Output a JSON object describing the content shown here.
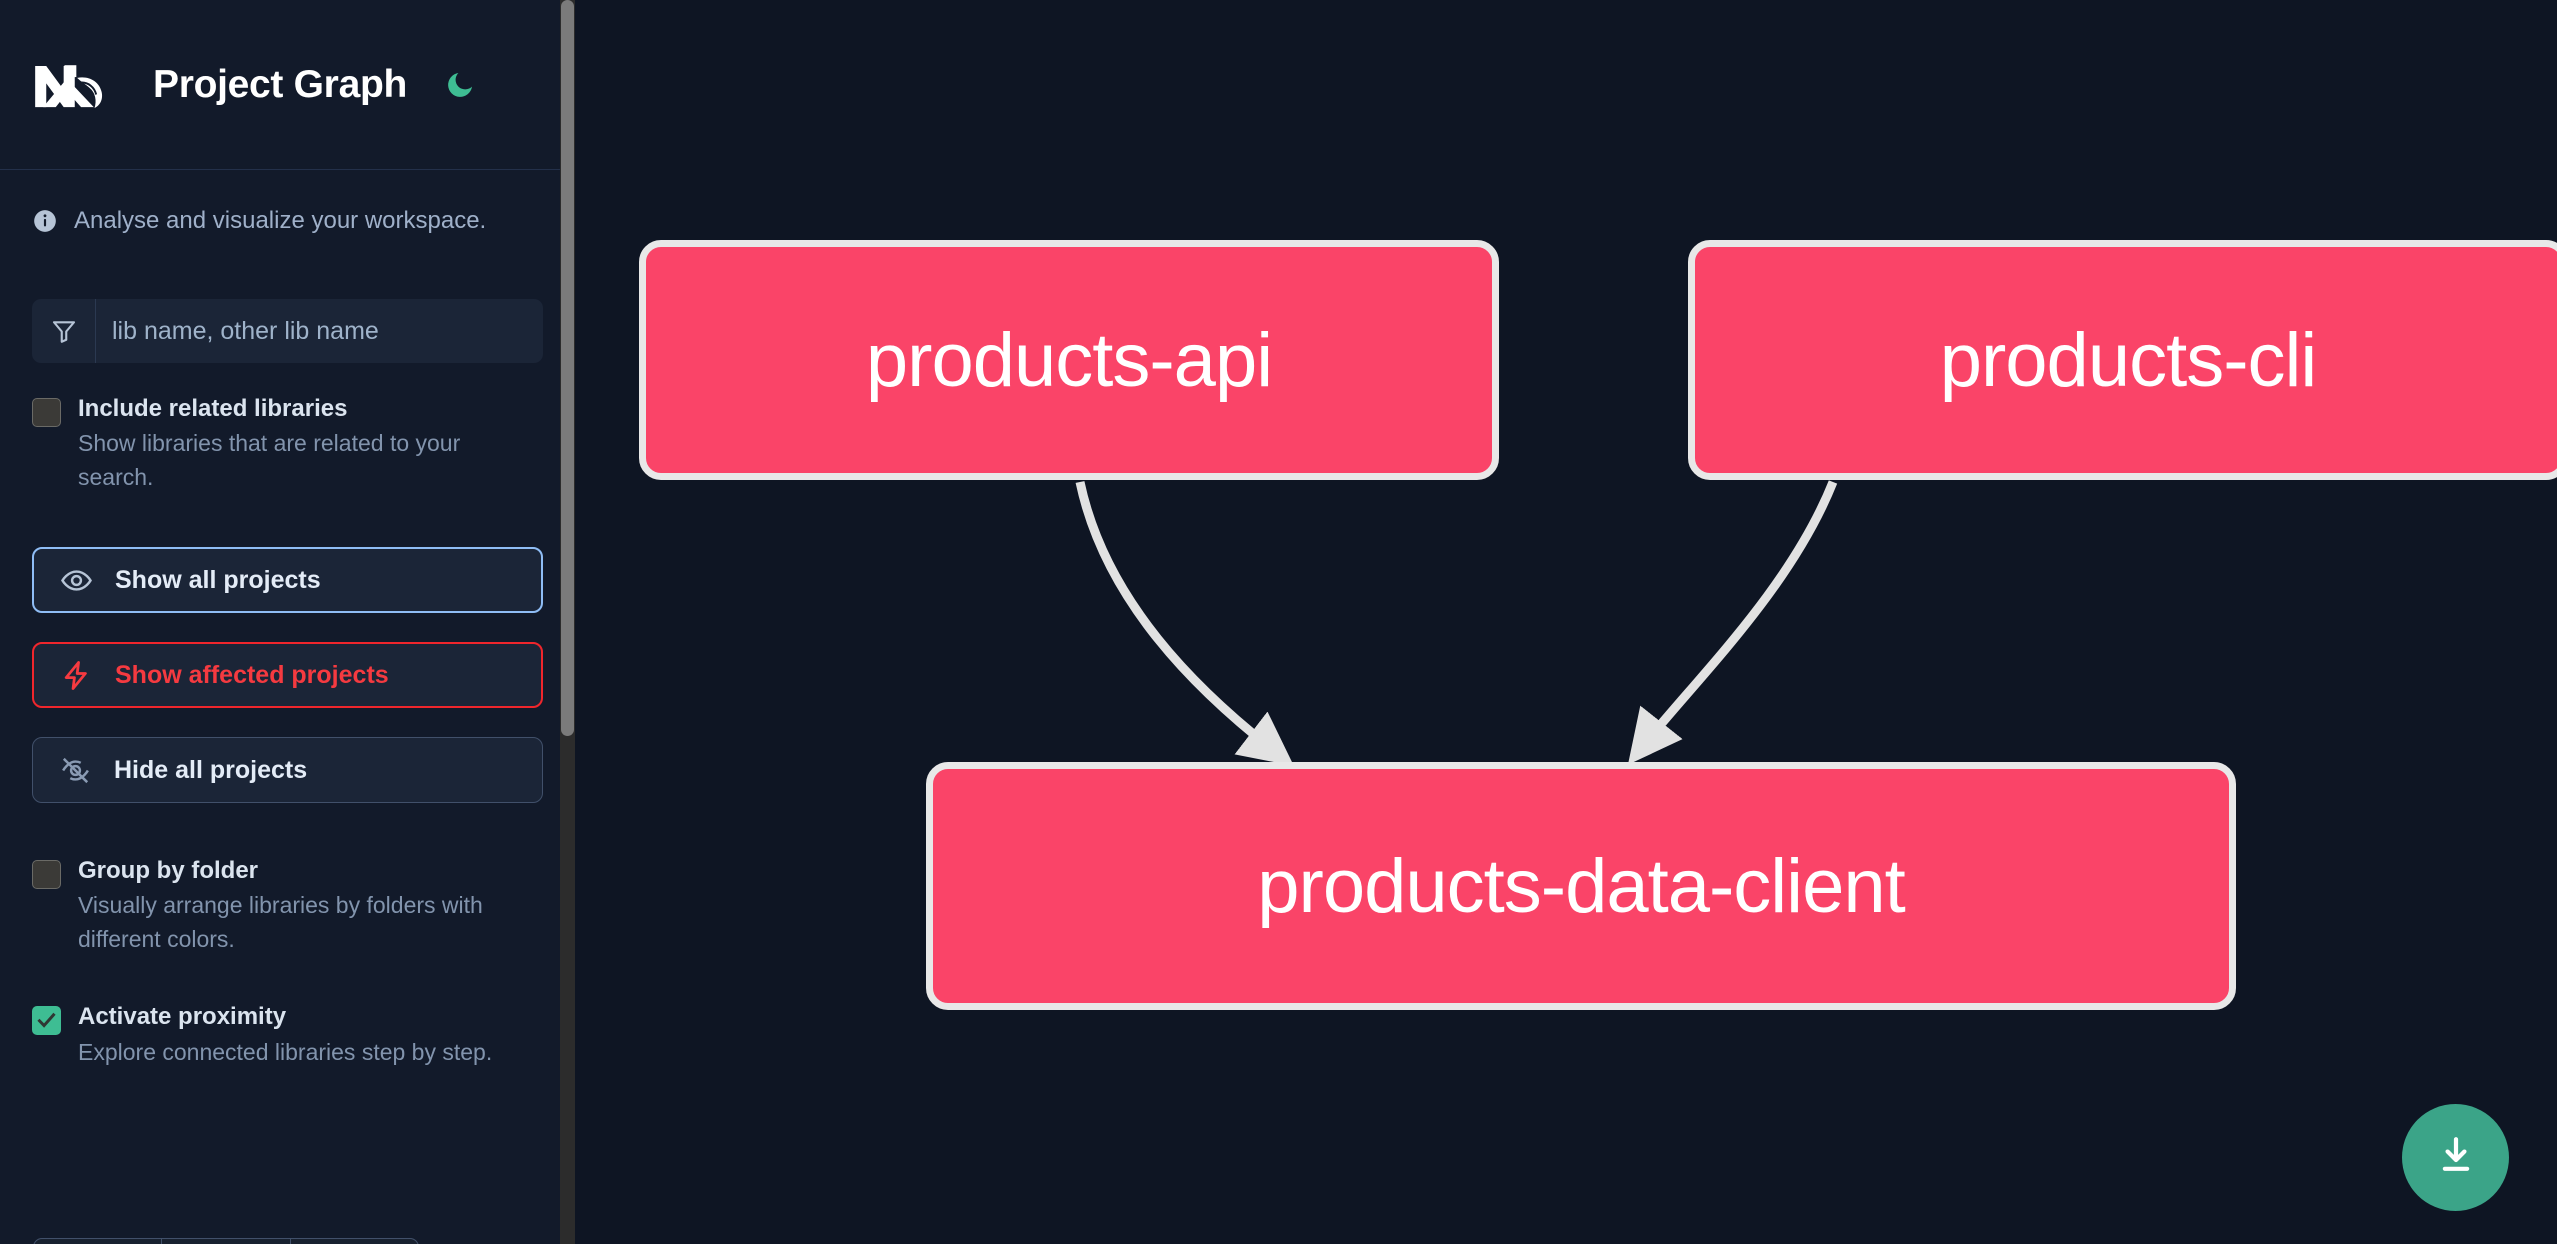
{
  "header": {
    "title": "Project Graph",
    "logo_icon": "nx-logo-icon",
    "theme_toggle_icon": "moon-icon"
  },
  "sidebar": {
    "tagline": "Analyse and visualize your workspace.",
    "tagline_icon": "info-icon",
    "filter": {
      "icon": "funnel-icon",
      "value": "",
      "placeholder": "lib name, other lib name"
    },
    "checkboxes": [
      {
        "id": "include-related-libraries",
        "label": "Include related libraries",
        "description": "Show libraries that are related to your search.",
        "checked": false
      },
      {
        "id": "group-by-folder",
        "label": "Group by folder",
        "description": "Visually arrange libraries by folders with different colors.",
        "checked": false
      },
      {
        "id": "activate-proximity",
        "label": "Activate proximity",
        "description": "Explore connected libraries step by step.",
        "checked": true
      }
    ],
    "buttons": [
      {
        "id": "show-all-projects",
        "label": "Show all projects",
        "icon": "eye-icon"
      },
      {
        "id": "show-affected-projects",
        "label": "Show affected projects",
        "icon": "lightning-bolt-icon"
      },
      {
        "id": "hide-all-projects",
        "label": "Hide all projects",
        "icon": "eye-off-icon"
      }
    ]
  },
  "graph": {
    "nodes": [
      {
        "id": "products-api",
        "label": "products-api"
      },
      {
        "id": "products-cli",
        "label": "products-cli"
      },
      {
        "id": "products-data-client",
        "label": "products-data-client"
      }
    ],
    "edges": [
      {
        "from": "products-api",
        "to": "products-data-client"
      },
      {
        "from": "products-cli",
        "to": "products-data-client"
      }
    ]
  },
  "download_button": {
    "icon": "download-icon"
  },
  "colors": {
    "node_fill": "#fa4468",
    "node_border": "#e8e8e8",
    "accent_green": "#3ebd93",
    "accent_red": "#f53a40",
    "accent_blue": "#8fbdf5",
    "background": "#0e1523",
    "sidebar_background": "#121a2a",
    "download_button": "#3ba488"
  }
}
